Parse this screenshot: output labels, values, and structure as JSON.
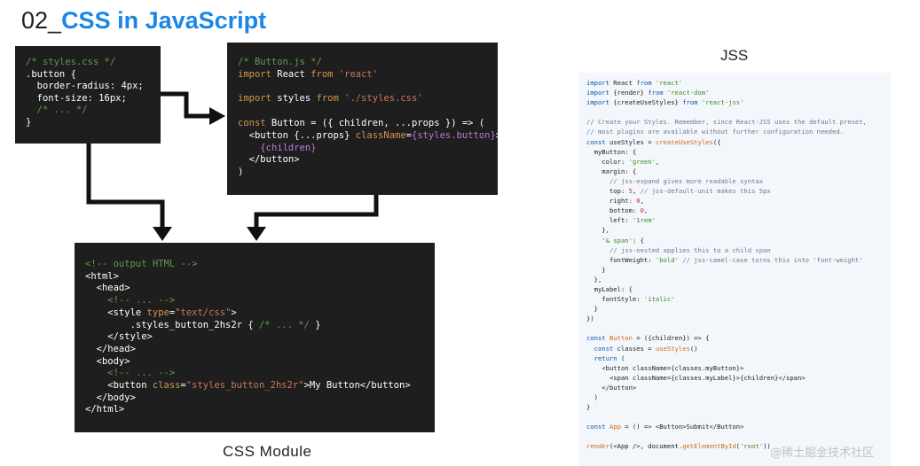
{
  "title": {
    "number": "02_",
    "text": "CSS in JavaScript"
  },
  "styles_css": {
    "lines": [
      {
        "cls": "c-comment",
        "text": "/* styles.css */"
      },
      {
        "cls": "c-white",
        "text": ".button {"
      },
      {
        "cls": "c-white",
        "text": "  border-radius: 4px;"
      },
      {
        "cls": "c-white",
        "text": "  font-size: 16px;"
      },
      {
        "cls": "c-comment",
        "text": "  /* ... */"
      },
      {
        "cls": "c-white",
        "text": "}"
      }
    ]
  },
  "button_js": {
    "lines": [
      [
        {
          "cls": "c-comment",
          "text": "/* Button.js */"
        }
      ],
      [
        {
          "cls": "c-keyword",
          "text": "import"
        },
        {
          "cls": "c-white",
          "text": " React "
        },
        {
          "cls": "c-keyword",
          "text": "from"
        },
        {
          "cls": "c-string",
          "text": " 'react'"
        }
      ],
      [
        {
          "cls": "c-white",
          "text": ""
        }
      ],
      [
        {
          "cls": "c-keyword",
          "text": "import"
        },
        {
          "cls": "c-white",
          "text": " styles "
        },
        {
          "cls": "c-keyword",
          "text": "from"
        },
        {
          "cls": "c-string",
          "text": " './styles.css'"
        }
      ],
      [
        {
          "cls": "c-white",
          "text": ""
        }
      ],
      [
        {
          "cls": "c-keyword",
          "text": "const"
        },
        {
          "cls": "c-white",
          "text": " Button = ({ children, ...props }) => ("
        }
      ],
      [
        {
          "cls": "c-white",
          "text": "  <button {...props} "
        },
        {
          "cls": "c-attr",
          "text": "className"
        },
        {
          "cls": "c-white",
          "text": "="
        },
        {
          "cls": "c-purple",
          "text": "{styles.button}"
        },
        {
          "cls": "c-white",
          "text": ">"
        }
      ],
      [
        {
          "cls": "c-white",
          "text": "    "
        },
        {
          "cls": "c-purple",
          "text": "{children}"
        }
      ],
      [
        {
          "cls": "c-white",
          "text": "  </button>"
        }
      ],
      [
        {
          "cls": "c-white",
          "text": ")"
        }
      ]
    ]
  },
  "output_html": {
    "lines": [
      [
        {
          "cls": "c-comment",
          "text": "<!-- output HTML -->"
        }
      ],
      [
        {
          "cls": "c-white",
          "text": "<html>"
        }
      ],
      [
        {
          "cls": "c-white",
          "text": "  <head>"
        }
      ],
      [
        {
          "cls": "c-comment",
          "text": "    <!-- ... -->"
        }
      ],
      [
        {
          "cls": "c-white",
          "text": "    <style "
        },
        {
          "cls": "c-attr",
          "text": "type"
        },
        {
          "cls": "c-white",
          "text": "="
        },
        {
          "cls": "c-string",
          "text": "\"text/css\""
        },
        {
          "cls": "c-white",
          "text": ">"
        }
      ],
      [
        {
          "cls": "c-white",
          "text": "        .styles_button_2hs2r { "
        },
        {
          "cls": "c-comment",
          "text": "/* ... */"
        },
        {
          "cls": "c-white",
          "text": " }"
        }
      ],
      [
        {
          "cls": "c-white",
          "text": "    </style>"
        }
      ],
      [
        {
          "cls": "c-white",
          "text": "  </head>"
        }
      ],
      [
        {
          "cls": "c-white",
          "text": "  <body>"
        }
      ],
      [
        {
          "cls": "c-comment",
          "text": "    <!-- ... -->"
        }
      ],
      [
        {
          "cls": "c-white",
          "text": "    <button "
        },
        {
          "cls": "c-attr",
          "text": "class"
        },
        {
          "cls": "c-white",
          "text": "="
        },
        {
          "cls": "c-string",
          "text": "\"styles_button_2hs2r\""
        },
        {
          "cls": "c-white",
          "text": ">My Button</button>"
        }
      ],
      [
        {
          "cls": "c-white",
          "text": "  </body>"
        }
      ],
      [
        {
          "cls": "c-white",
          "text": "</html>"
        }
      ]
    ]
  },
  "captions": {
    "css_module": "CSS Module",
    "jss": "JSS"
  },
  "jss_code": {
    "lines": [
      [
        {
          "cls": "j-kw",
          "text": "import"
        },
        {
          "cls": "j-prop",
          "text": " React "
        },
        {
          "cls": "j-kw",
          "text": "from"
        },
        {
          "cls": "j-str",
          "text": " 'react'"
        }
      ],
      [
        {
          "cls": "j-kw",
          "text": "import"
        },
        {
          "cls": "j-prop",
          "text": " {render} "
        },
        {
          "cls": "j-kw",
          "text": "from"
        },
        {
          "cls": "j-str",
          "text": " 'react-dom'"
        }
      ],
      [
        {
          "cls": "j-kw",
          "text": "import"
        },
        {
          "cls": "j-prop",
          "text": " {createUseStyles} "
        },
        {
          "cls": "j-kw",
          "text": "from"
        },
        {
          "cls": "j-str",
          "text": " 'react-jss'"
        }
      ],
      [
        {
          "cls": "j-prop",
          "text": ""
        }
      ],
      [
        {
          "cls": "j-cm",
          "text": "// Create your Styles. Remember, since React-JSS uses the default preset,"
        }
      ],
      [
        {
          "cls": "j-cm",
          "text": "// most plugins are available without further configuration needed."
        }
      ],
      [
        {
          "cls": "j-kw",
          "text": "const"
        },
        {
          "cls": "j-prop",
          "text": " useStyles = "
        },
        {
          "cls": "j-fn",
          "text": "createUseStyles"
        },
        {
          "cls": "j-prop",
          "text": "({"
        }
      ],
      [
        {
          "cls": "j-prop",
          "text": "  myButton: {"
        }
      ],
      [
        {
          "cls": "j-prop",
          "text": "    color: "
        },
        {
          "cls": "j-str",
          "text": "'green'"
        },
        {
          "cls": "j-prop",
          "text": ","
        }
      ],
      [
        {
          "cls": "j-prop",
          "text": "    margin: {"
        }
      ],
      [
        {
          "cls": "j-cm",
          "text": "      // jss-expand gives more readable syntax"
        }
      ],
      [
        {
          "cls": "j-prop",
          "text": "      top: "
        },
        {
          "cls": "j-num",
          "text": "5"
        },
        {
          "cls": "j-prop",
          "text": ", "
        },
        {
          "cls": "j-cm",
          "text": "// jss-default-unit makes this 5px"
        }
      ],
      [
        {
          "cls": "j-prop",
          "text": "      right: "
        },
        {
          "cls": "j-num",
          "text": "0"
        },
        {
          "cls": "j-prop",
          "text": ","
        }
      ],
      [
        {
          "cls": "j-prop",
          "text": "      bottom: "
        },
        {
          "cls": "j-num",
          "text": "0"
        },
        {
          "cls": "j-prop",
          "text": ","
        }
      ],
      [
        {
          "cls": "j-prop",
          "text": "      left: "
        },
        {
          "cls": "j-str",
          "text": "'1rem'"
        }
      ],
      [
        {
          "cls": "j-prop",
          "text": "    },"
        }
      ],
      [
        {
          "cls": "j-str",
          "text": "    '& span'"
        },
        {
          "cls": "j-prop",
          "text": ": {"
        }
      ],
      [
        {
          "cls": "j-cm",
          "text": "      // jss-nested applies this to a child span"
        }
      ],
      [
        {
          "cls": "j-prop",
          "text": "      fontWeight: "
        },
        {
          "cls": "j-str",
          "text": "'bold'"
        },
        {
          "cls": "j-prop",
          "text": " "
        },
        {
          "cls": "j-cm",
          "text": "// jss-camel-case turns this into 'font-weight'"
        }
      ],
      [
        {
          "cls": "j-prop",
          "text": "    }"
        }
      ],
      [
        {
          "cls": "j-prop",
          "text": "  },"
        }
      ],
      [
        {
          "cls": "j-prop",
          "text": "  myLabel: {"
        }
      ],
      [
        {
          "cls": "j-prop",
          "text": "    fontStyle: "
        },
        {
          "cls": "j-str",
          "text": "'italic'"
        }
      ],
      [
        {
          "cls": "j-prop",
          "text": "  }"
        }
      ],
      [
        {
          "cls": "j-prop",
          "text": "})"
        }
      ],
      [
        {
          "cls": "j-prop",
          "text": ""
        }
      ],
      [
        {
          "cls": "j-kw",
          "text": "const"
        },
        {
          "cls": "j-fn",
          "text": " Button"
        },
        {
          "cls": "j-prop",
          "text": " = ({children}) => {"
        }
      ],
      [
        {
          "cls": "j-kw",
          "text": "  const"
        },
        {
          "cls": "j-prop",
          "text": " classes = "
        },
        {
          "cls": "j-fn",
          "text": "useStyles"
        },
        {
          "cls": "j-prop",
          "text": "()"
        }
      ],
      [
        {
          "cls": "j-kw",
          "text": "  return"
        },
        {
          "cls": "j-prop",
          "text": " ("
        }
      ],
      [
        {
          "cls": "j-tag",
          "text": "    <button className={classes.myButton}>"
        }
      ],
      [
        {
          "cls": "j-tag",
          "text": "      <span className={classes.myLabel}>{children}</span>"
        }
      ],
      [
        {
          "cls": "j-tag",
          "text": "    </button>"
        }
      ],
      [
        {
          "cls": "j-prop",
          "text": "  )"
        }
      ],
      [
        {
          "cls": "j-prop",
          "text": "}"
        }
      ],
      [
        {
          "cls": "j-prop",
          "text": ""
        }
      ],
      [
        {
          "cls": "j-kw",
          "text": "const"
        },
        {
          "cls": "j-fn",
          "text": " App"
        },
        {
          "cls": "j-prop",
          "text": " = () => <Button>Submit</Button>"
        }
      ],
      [
        {
          "cls": "j-prop",
          "text": ""
        }
      ],
      [
        {
          "cls": "j-fn",
          "text": "render"
        },
        {
          "cls": "j-prop",
          "text": "(<App />, document."
        },
        {
          "cls": "j-fn",
          "text": "getElementById"
        },
        {
          "cls": "j-prop",
          "text": "("
        },
        {
          "cls": "j-str",
          "text": "'root'"
        },
        {
          "cls": "j-prop",
          "text": "))"
        }
      ]
    ]
  },
  "watermark": "@稀土掘金技术社区"
}
